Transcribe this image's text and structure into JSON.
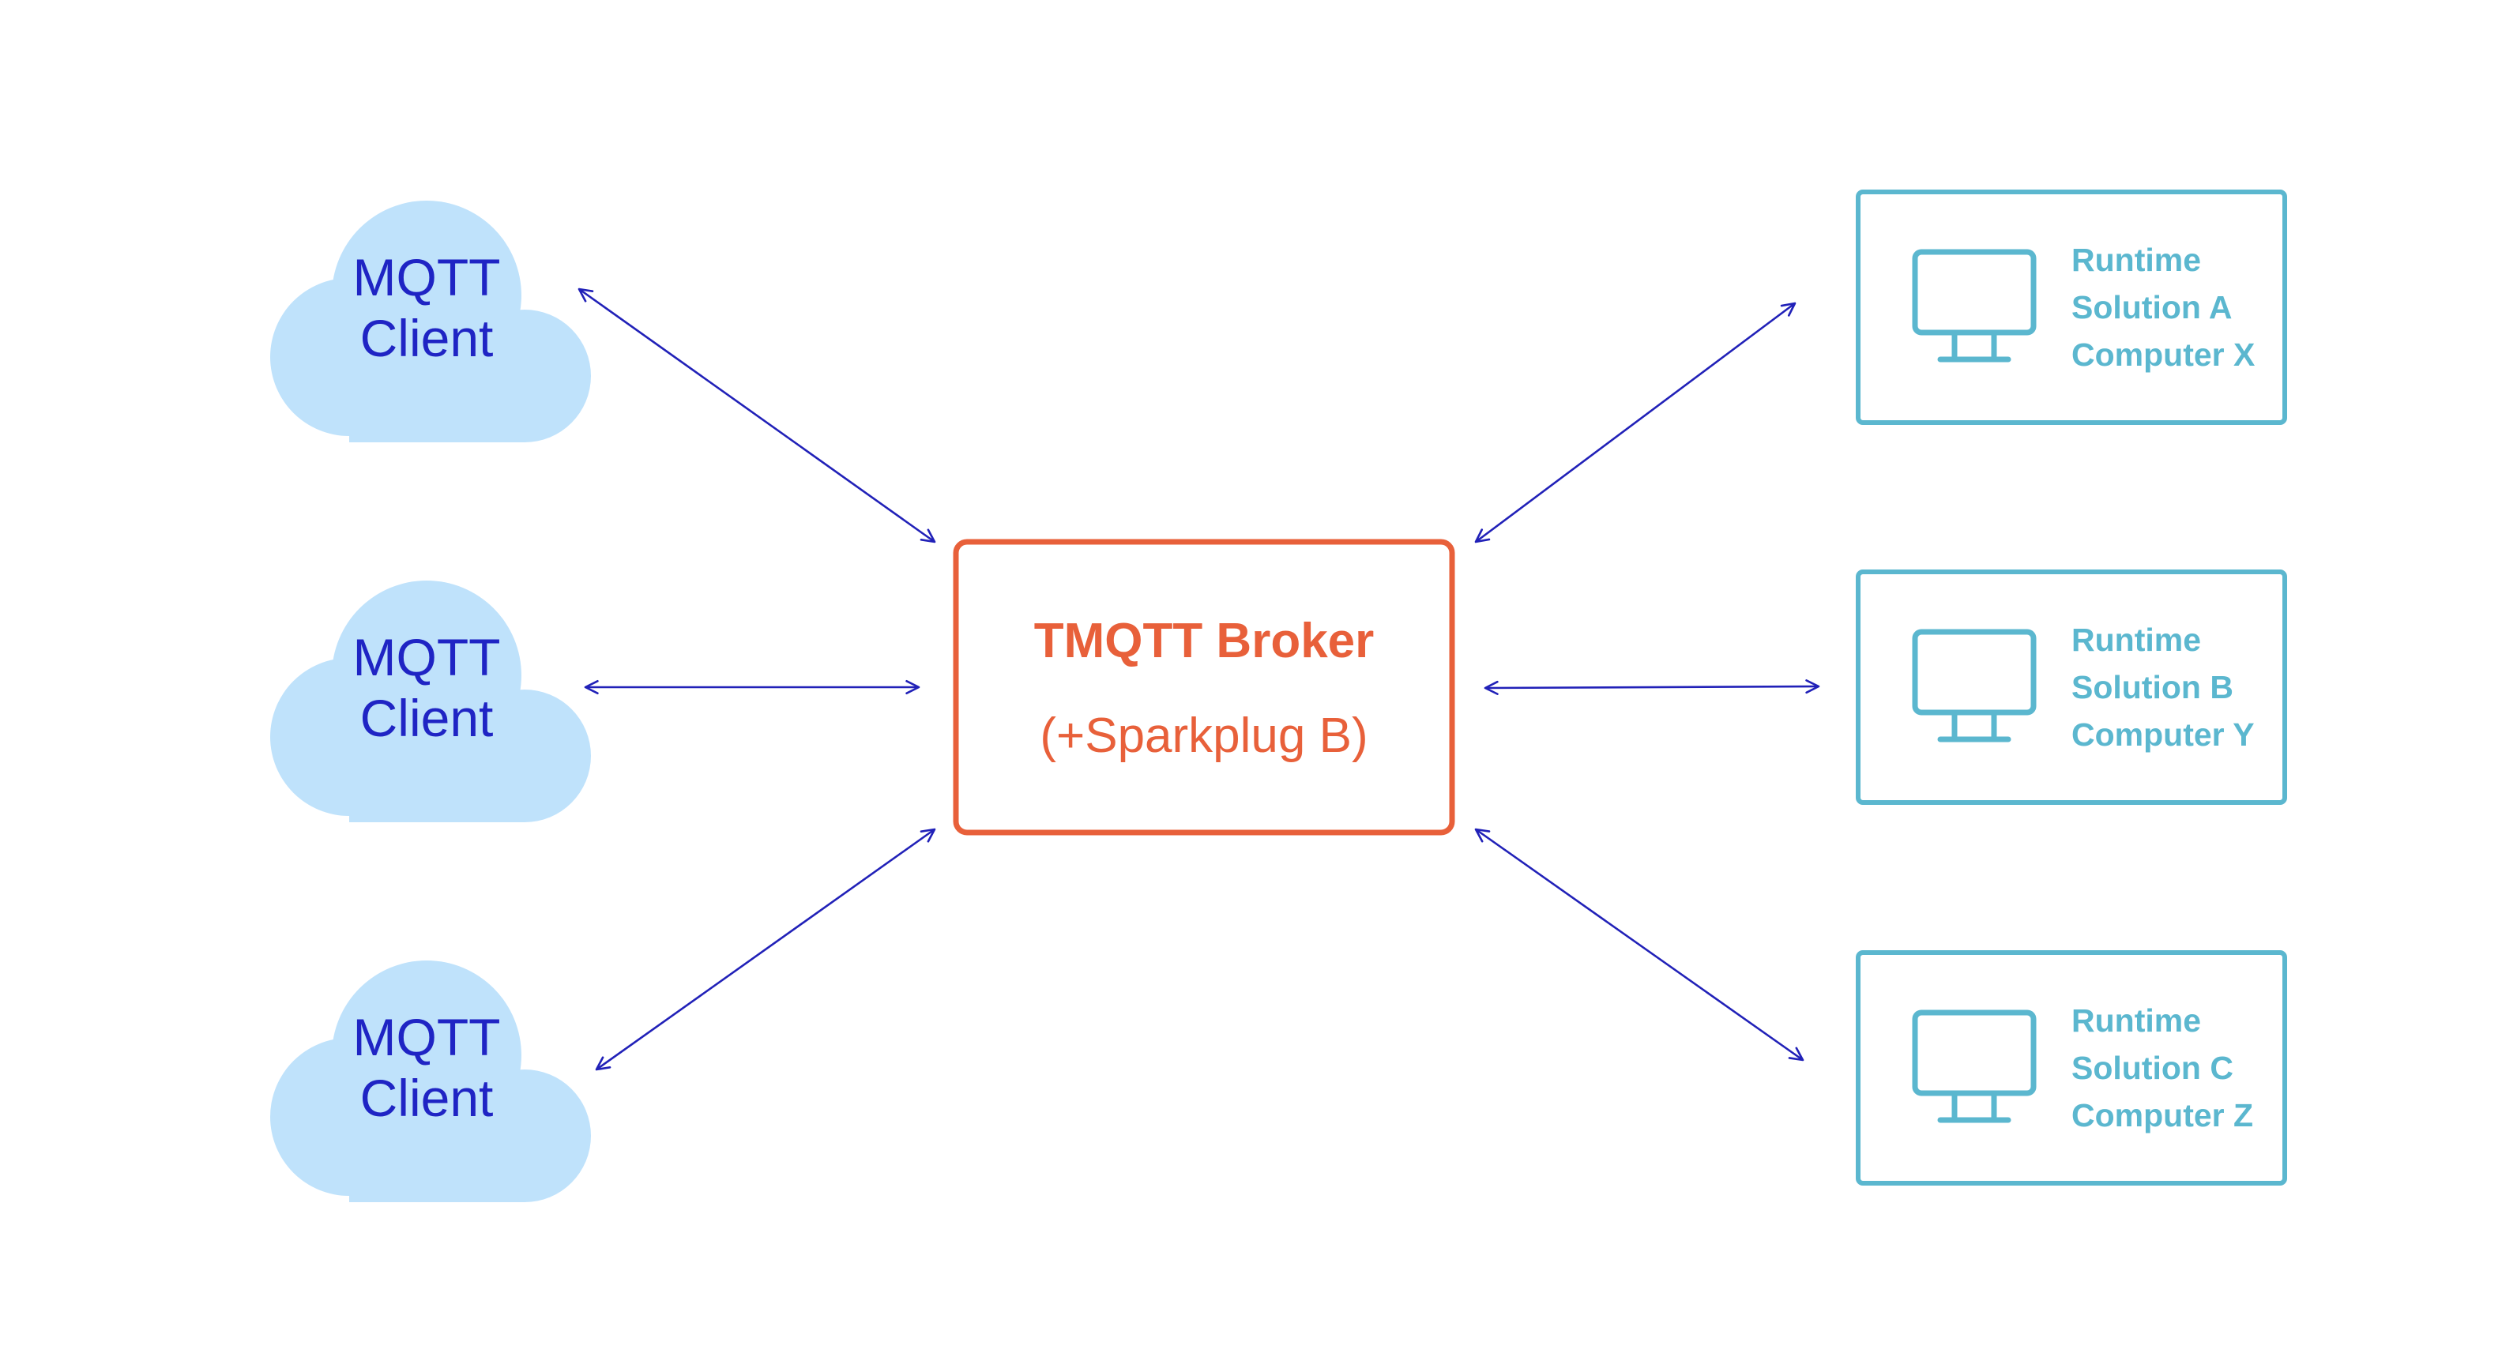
{
  "colors": {
    "cloud_fill": "#bfe2fb",
    "client_text": "#1f24c4",
    "arrow": "#2121b8",
    "broker": "#e8603a",
    "runtime": "#5bb7cf",
    "background": "#ffffff"
  },
  "clients": [
    {
      "line1": "MQTT",
      "line2": "Client",
      "icon": "cloud-icon"
    },
    {
      "line1": "MQTT",
      "line2": "Client",
      "icon": "cloud-icon"
    },
    {
      "line1": "MQTT",
      "line2": "Client",
      "icon": "cloud-icon"
    }
  ],
  "broker": {
    "title": "TMQTT Broker",
    "subtitle": "(+Sparkplug B)"
  },
  "runtimes": [
    {
      "line1": "Runtime",
      "line2": "Solution A",
      "line3": "Computer X",
      "icon": "monitor-icon"
    },
    {
      "line1": "Runtime",
      "line2": "Solution B",
      "line3": "Computer Y",
      "icon": "monitor-icon"
    },
    {
      "line1": "Runtime",
      "line2": "Solution C",
      "line3": "Computer Z",
      "icon": "monitor-icon"
    }
  ],
  "connections": {
    "style": "bidirectional-arrow",
    "count": 6
  }
}
